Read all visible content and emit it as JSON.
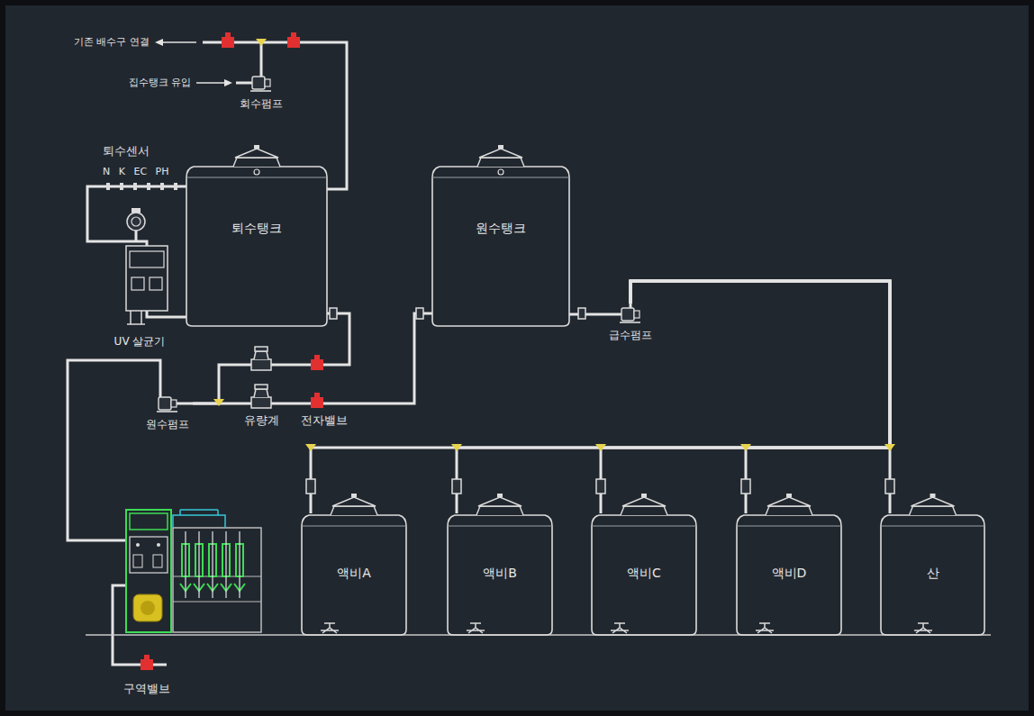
{
  "diagram": {
    "nodes": [
      {
        "text": [
          "회수펌프"
        ]
      },
      {
        "text": [
          "퇴수탱크"
        ]
      },
      {
        "text": [
          "UV 살균기"
        ]
      },
      {
        "text": [
          "원수탱크"
        ]
      },
      {
        "text": [
          "급수펌프"
        ]
      },
      {
        "text": [
          "원수펌프"
        ]
      },
      {
        "text": [
          "액비A"
        ]
      },
      {
        "text": [
          "액비B"
        ]
      },
      {
        "text": [
          "액비C"
        ]
      },
      {
        "text": [
          "액비D"
        ]
      },
      {
        "text": [
          "산"
        ]
      }
    ],
    "edges": [
      {
        "from": 0,
        "to": 1,
        "arrow": "none"
      },
      {
        "from": 1,
        "to": 2,
        "arrow": "none"
      },
      {
        "from": 2,
        "to": 1,
        "arrow": "none"
      },
      {
        "from": 1,
        "to": 5,
        "arrow": "none"
      },
      {
        "from": 3,
        "to": 5,
        "arrow": "none"
      },
      {
        "from": 3,
        "to": 4,
        "arrow": "none"
      },
      {
        "from": 4,
        "to": 6,
        "arrow": "none"
      },
      {
        "from": 4,
        "to": 7,
        "arrow": "none"
      },
      {
        "from": 4,
        "to": 8,
        "arrow": "none"
      },
      {
        "from": 4,
        "to": 9,
        "arrow": "none"
      },
      {
        "from": 4,
        "to": 10,
        "arrow": "none"
      }
    ],
    "labels": [
      "기존 배수구 연결",
      "집수탱크 유입",
      "퇴수센서",
      "N K EC PH",
      "유량계",
      "전자밸브",
      "구역밸브"
    ]
  }
}
